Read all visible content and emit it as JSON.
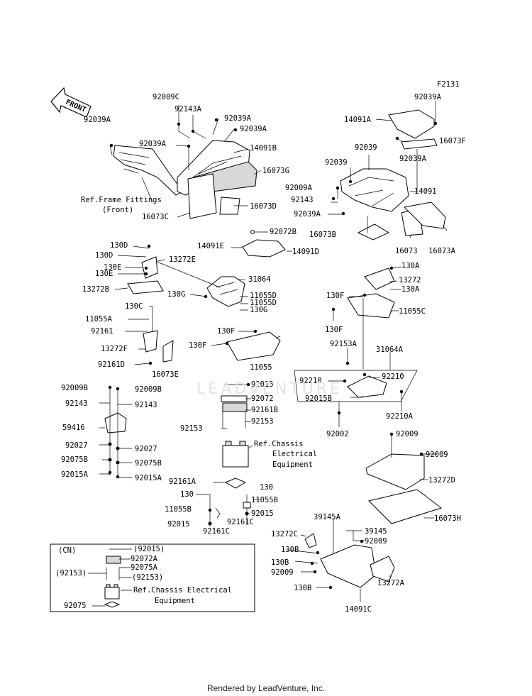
{
  "figure_code": "F2131",
  "front_arrow": "FRONT",
  "watermark": "LEADVENTURE",
  "footer": "Rendered by LeadVenture, Inc.",
  "cn_box_label": "(CN)",
  "labels": {
    "a1": "92009C",
    "a2": "92143A",
    "a3": "92039A",
    "a4": "92039A",
    "a5": "92039A",
    "a6": "92039A",
    "a7": "14091B",
    "a8": "16073G",
    "a9": "16073D",
    "a10": "16073C",
    "ref_front_1": "Ref.Frame Fittings",
    "ref_front_2": "(Front)",
    "b1": "92039A",
    "b2": "14091A",
    "b3": "16073F",
    "b4": "92039A",
    "b5": "92039",
    "b6": "92039",
    "b7": "92009A",
    "b8": "14091",
    "b9": "92143",
    "b10": "92039A",
    "b11": "16073B",
    "b12": "16073",
    "b13": "16073A",
    "c1": "92072B",
    "c2": "14091E",
    "c3": "14091D",
    "d1": "130D",
    "d2": "130D",
    "d3": "13272E",
    "d4": "130E",
    "d5": "130E",
    "d6": "13272B",
    "d7": "31064",
    "d8": "130G",
    "d9": "11055D",
    "d10": "11055D",
    "d11": "130G",
    "d12": "130C",
    "d13": "11055A",
    "d14": "92161",
    "d15": "13272F",
    "d16": "92161D",
    "d17": "16073E",
    "d18": "130F",
    "d19": "130F",
    "d20": "11055",
    "e1": "130A",
    "e2": "13272",
    "e3": "130A",
    "e4": "130F",
    "e5": "11055C",
    "e6": "130F",
    "e7": "92153A",
    "e8": "31064A",
    "e9": "92210",
    "e10": "92210",
    "e11": "92015B",
    "e12": "92210A",
    "e13": "92002",
    "f1": "92009B",
    "f2": "92009B",
    "f3": "92143",
    "f4": "92143",
    "f5": "59416",
    "f6": "92027",
    "f7": "92027",
    "f8": "92075B",
    "f9": "92075B",
    "f10": "92015A",
    "f11": "92015A",
    "g1": "92015",
    "g2": "92072",
    "g3": "92161B",
    "g4": "92153",
    "g5": "92153",
    "ref_chassis_1": "Ref.Chassis",
    "ref_chassis_2": "Electrical",
    "ref_chassis_3": "Equipment",
    "g6": "92161A",
    "g7": "130",
    "g8": "130",
    "g9": "11055B",
    "g10": "11055B",
    "g11": "92015",
    "g12": "92015",
    "g13": "92161C",
    "g14": "92161C",
    "h1": "92009",
    "h2": "92009",
    "h3": "13272D",
    "h4": "16073H",
    "i1": "39145A",
    "i2": "39145",
    "i3": "13272C",
    "i4": "92009",
    "i5": "130B",
    "i6": "130B",
    "i7": "92009",
    "i8": "13272A",
    "i9": "130B",
    "i10": "14091C",
    "cn1": "(92015)",
    "cn2": "92072A",
    "cn3": "92075A",
    "cn4": "(92153)",
    "cn5": "(92153)",
    "cn_ref_1": "Ref.Chassis Electrical",
    "cn_ref_2": "Equipment",
    "cn6": "92075"
  }
}
